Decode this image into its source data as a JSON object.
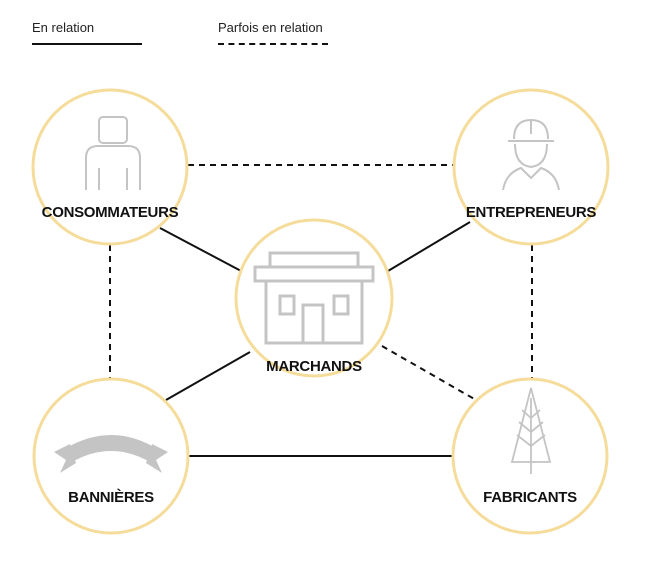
{
  "legend": {
    "solid_label": "En relation",
    "dashed_label": "Parfois en relation"
  },
  "nodes": {
    "consommateurs": {
      "label": "CONSOMMATEURS",
      "icon": "person-icon"
    },
    "entrepreneurs": {
      "label": "ENTREPRENEURS",
      "icon": "worker-hardhat-icon"
    },
    "marchands": {
      "label": "MARCHANDS",
      "icon": "storefront-icon"
    },
    "bannieres": {
      "label": "BANNIÈRES",
      "icon": "ribbon-banner-icon"
    },
    "fabricants": {
      "label": "FABRICANTS",
      "icon": "tree-icon"
    }
  },
  "relations": [
    {
      "from": "consommateurs",
      "to": "entrepreneurs",
      "type": "dashed"
    },
    {
      "from": "consommateurs",
      "to": "marchands",
      "type": "solid"
    },
    {
      "from": "consommateurs",
      "to": "bannieres",
      "type": "dashed"
    },
    {
      "from": "entrepreneurs",
      "to": "marchands",
      "type": "solid"
    },
    {
      "from": "entrepreneurs",
      "to": "fabricants",
      "type": "dashed"
    },
    {
      "from": "marchands",
      "to": "bannieres",
      "type": "solid"
    },
    {
      "from": "marchands",
      "to": "fabricants",
      "type": "dashed"
    },
    {
      "from": "bannieres",
      "to": "fabricants",
      "type": "solid"
    }
  ],
  "colors": {
    "circle_stroke": "#f5dc9a",
    "icon_stroke": "#c4c4c4",
    "line": "#111111",
    "text": "#111111"
  }
}
